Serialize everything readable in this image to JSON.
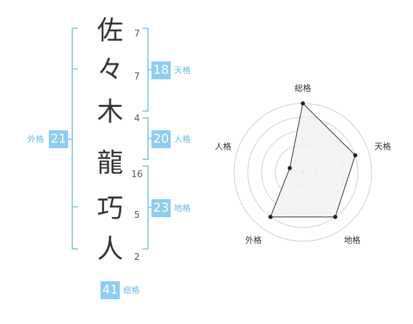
{
  "name": {
    "characters": [
      {
        "char": "佐",
        "strokes": "7"
      },
      {
        "char": "々",
        "strokes": "7"
      },
      {
        "char": "木",
        "strokes": "4"
      },
      {
        "char": "龍",
        "strokes": "16"
      },
      {
        "char": "巧",
        "strokes": "5"
      },
      {
        "char": "人",
        "strokes": "2"
      }
    ]
  },
  "kaku": {
    "tenkaku": {
      "value": "18",
      "label": "天格"
    },
    "jinkaku": {
      "value": "20",
      "label": "人格"
    },
    "chikaku": {
      "value": "23",
      "label": "地格"
    },
    "gaikaku": {
      "value": "21",
      "label": "外格"
    },
    "soukaku": {
      "value": "41",
      "label": "総格"
    }
  },
  "chart_data": {
    "type": "radar",
    "axes": [
      "総格",
      "天格",
      "地格",
      "外格",
      "人格"
    ],
    "values": [
      5,
      4,
      4,
      4,
      1
    ],
    "max": 5,
    "rings": 5,
    "colors": {
      "fill": "#f2f2f2",
      "line": "#222222",
      "grid": "#cccccc",
      "center": "#bbbbbb"
    }
  },
  "colors": {
    "accent": "#8ecdf3",
    "accent_text": "#66b8e9"
  }
}
